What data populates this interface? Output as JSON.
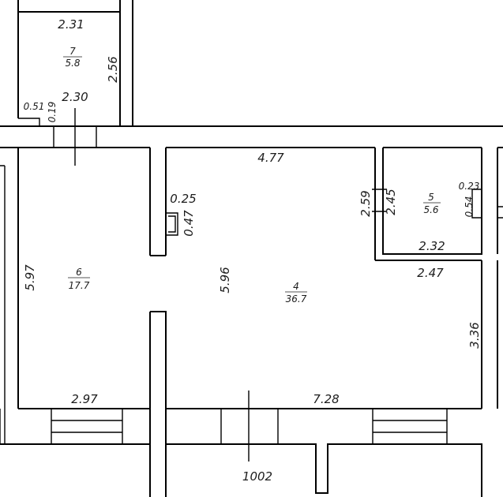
{
  "plan": {
    "dimensions": {
      "r7_top": "2.31",
      "r7_right": "2.56",
      "r7_bottom": "2.30",
      "niche7_w": "0.51",
      "niche7_h": "0.19",
      "r6_left": "5.97",
      "r6_bottom": "2.97",
      "r4_top": "4.77",
      "r4_left": "5.96",
      "r4_bottom": "7.28",
      "r4_right": "3.36",
      "r4_step": "2.47",
      "niche4_w": "0.25",
      "niche4_h": "0.47",
      "r5_left_outer": "2.59",
      "r5_left_inner": "2.45",
      "r5_bottom": "2.32",
      "niche5_w": "0.23",
      "niche5_h": "0.54",
      "street": "1002"
    },
    "rooms": [
      {
        "number": "7",
        "area": "5.8"
      },
      {
        "number": "6",
        "area": "17.7"
      },
      {
        "number": "4",
        "area": "36.7"
      },
      {
        "number": "5",
        "area": "5.6"
      }
    ]
  }
}
